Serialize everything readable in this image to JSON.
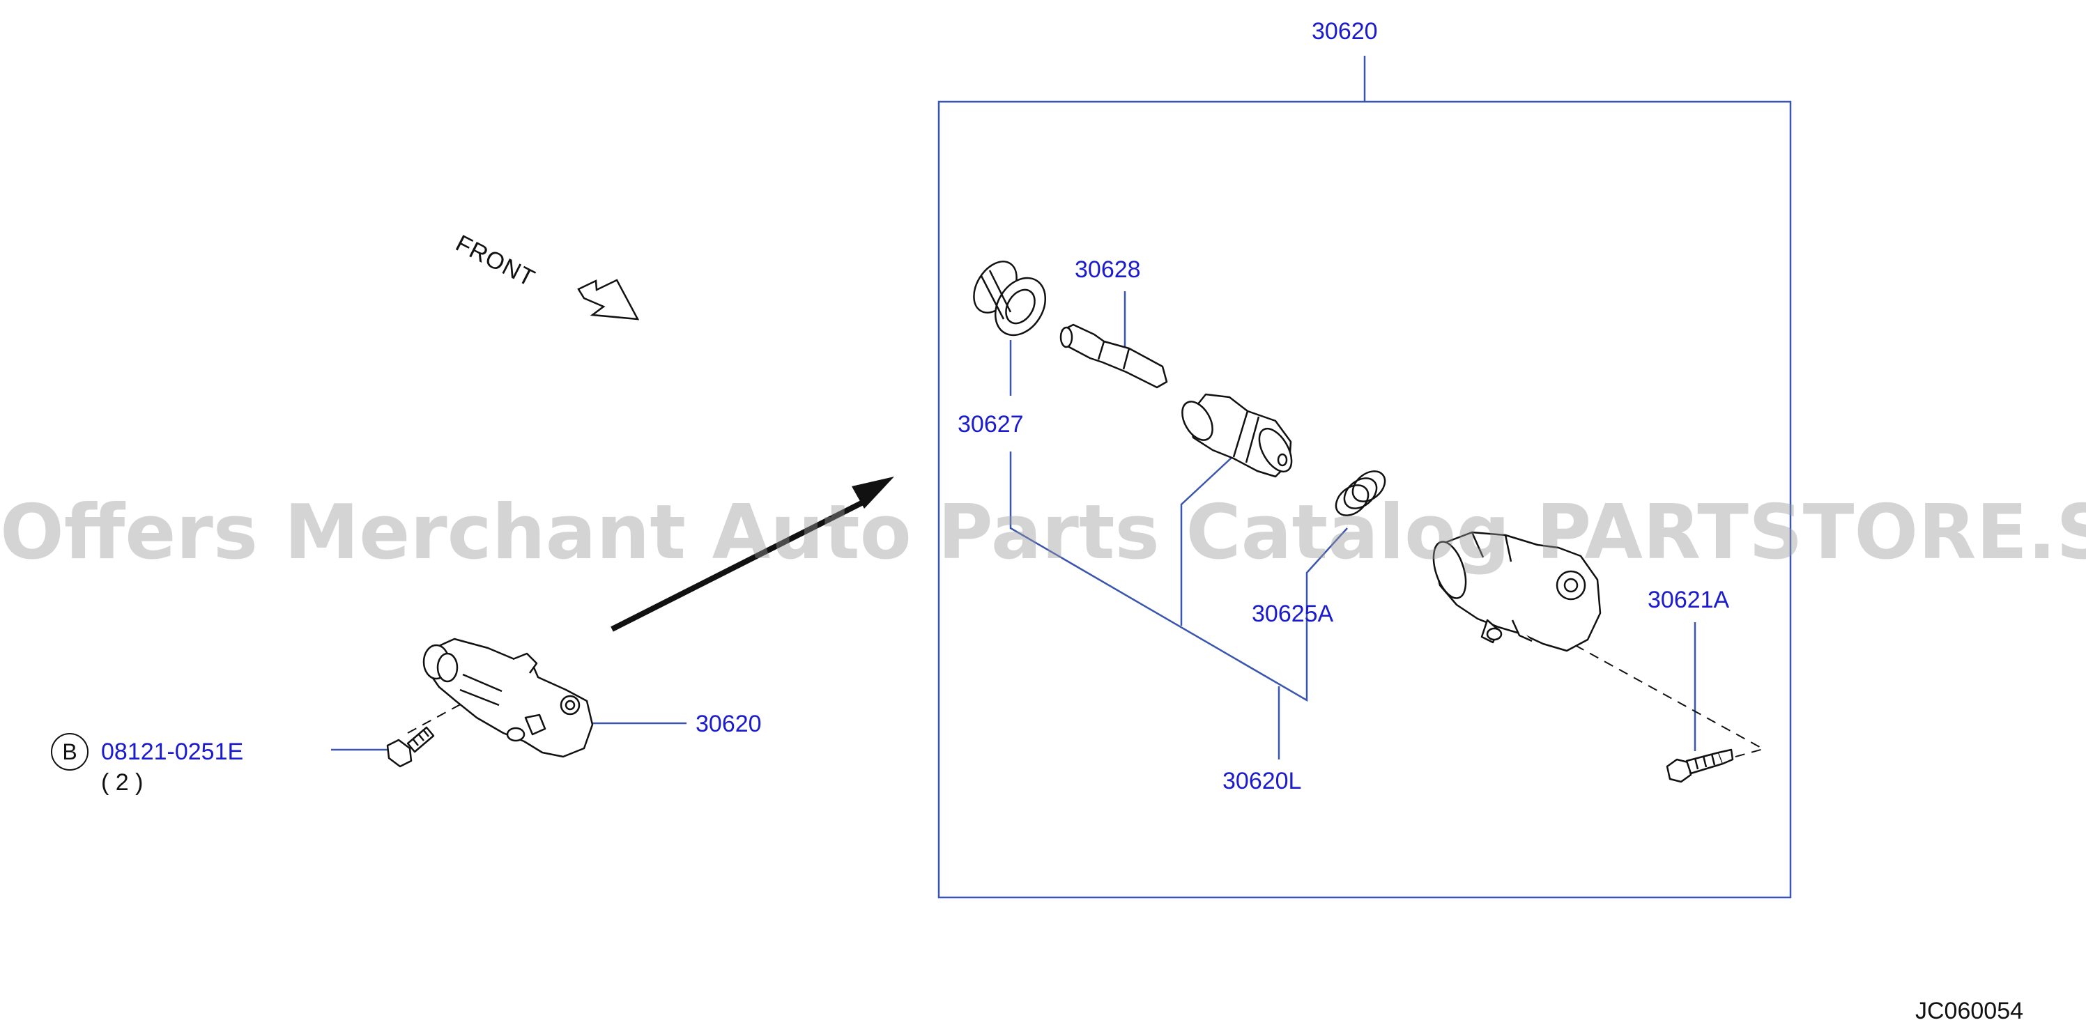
{
  "diagram": {
    "front_label": "FRONT",
    "diagram_code": "JC060054",
    "watermark": "Offers Merchant Auto Parts Catalog PARTSTORE.SA",
    "bolt_ref_letter": "B",
    "bolt_part_number": "08121-0251E",
    "bolt_quantity": "( 2 )",
    "callouts": {
      "assembly_top": "30620",
      "assembly_left": "30620",
      "boot": "30627",
      "push_rod": "30628",
      "spring": "30625A",
      "repair_kit": "30620L",
      "bleeder_screw": "30621A"
    },
    "colors": {
      "callout_text": "#1a1ad0",
      "leader_line": "#3a55b0",
      "part_outline": "#111111",
      "watermark": "#9a9a9a"
    }
  }
}
